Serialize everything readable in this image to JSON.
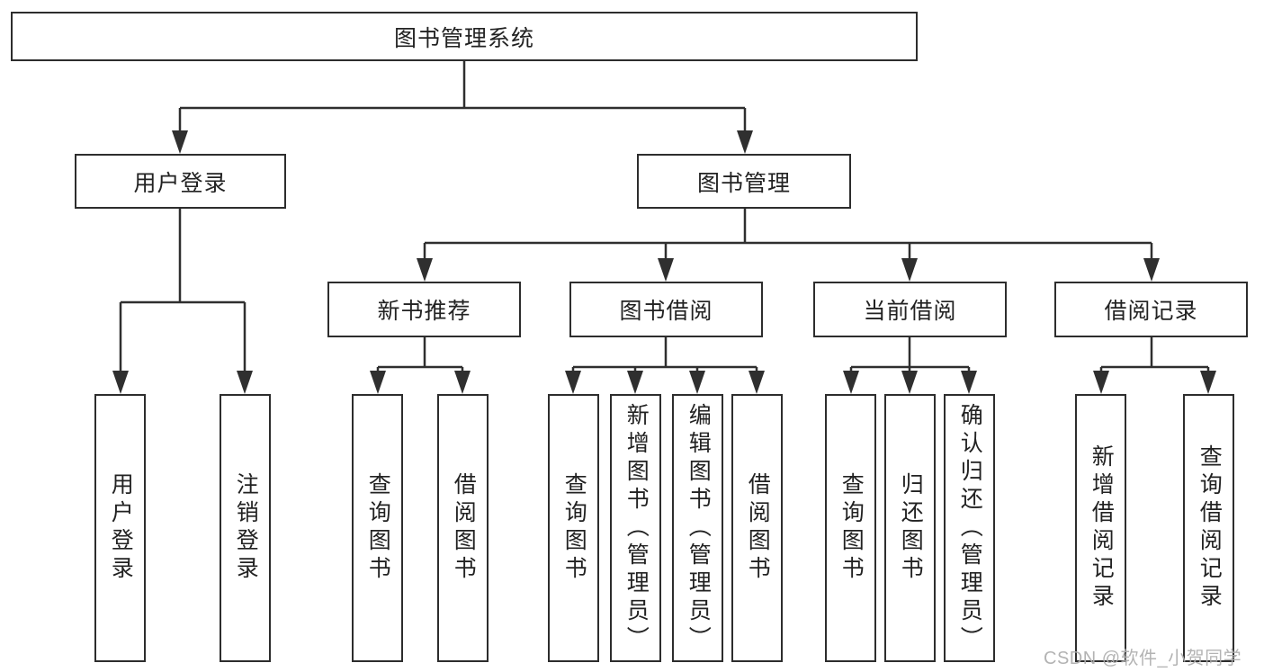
{
  "watermark": "CSDN @软件_小贺同学",
  "colors": {
    "line": "#2f2f2f",
    "border": "#2d2d2d",
    "text": "#222222",
    "background": "#ffffff",
    "watermark": "#adadad"
  },
  "tree": {
    "root": {
      "label": "图书管理系统"
    },
    "branches": [
      {
        "label": "用户登录",
        "children": [
          {
            "label": "用户登录"
          },
          {
            "label": "注销登录"
          }
        ]
      },
      {
        "label": "图书管理",
        "children": [
          {
            "label": "新书推荐",
            "children": [
              {
                "label": "查询图书"
              },
              {
                "label": "借阅图书"
              }
            ]
          },
          {
            "label": "图书借阅",
            "children": [
              {
                "label": "查询图书"
              },
              {
                "label": "新增图书（管理员）"
              },
              {
                "label": "编辑图书（管理员）"
              },
              {
                "label": "借阅图书"
              }
            ]
          },
          {
            "label": "当前借阅",
            "children": [
              {
                "label": "查询图书"
              },
              {
                "label": "归还图书"
              },
              {
                "label": "确认归还（管理员）"
              }
            ]
          },
          {
            "label": "借阅记录",
            "children": [
              {
                "label": "新增借阅记录"
              },
              {
                "label": "查询借阅记录"
              }
            ]
          }
        ]
      }
    ]
  }
}
